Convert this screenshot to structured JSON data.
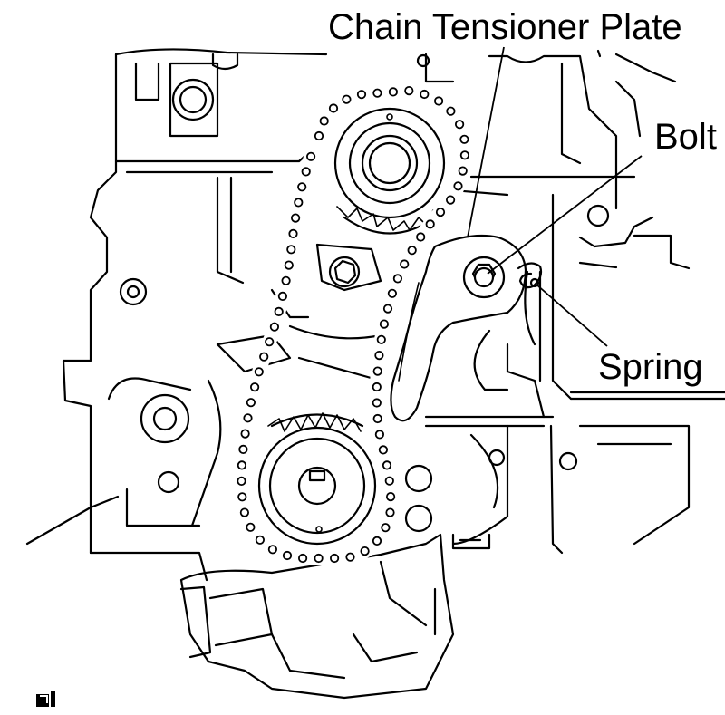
{
  "labels": {
    "chain_tensioner_plate": "Chain Tensioner Plate",
    "bolt": "Bolt",
    "spring": "Spring"
  },
  "icons": {
    "corner_mark": "figure-code-icon"
  }
}
